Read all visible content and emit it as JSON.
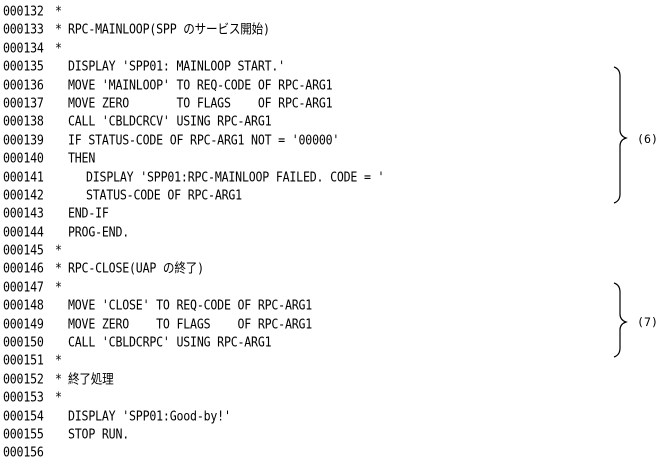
{
  "listing": {
    "lines": [
      {
        "num": "000132",
        "mark": "*",
        "text": "",
        "indent": 0
      },
      {
        "num": "000133",
        "mark": "*",
        "text": "RPC-MAINLOOP(SPP のサービス開始)",
        "indent": 0
      },
      {
        "num": "000134",
        "mark": "*",
        "text": "",
        "indent": 0
      },
      {
        "num": "000135",
        "mark": "",
        "text": "DISPLAY 'SPP01: MAINLOOP START.'",
        "indent": 1
      },
      {
        "num": "000136",
        "mark": "",
        "text": "MOVE 'MAINLOOP' TO REQ-CODE OF RPC-ARG1",
        "indent": 1
      },
      {
        "num": "000137",
        "mark": "",
        "text": "MOVE ZERO       TO FLAGS    OF RPC-ARG1",
        "indent": 1
      },
      {
        "num": "000138",
        "mark": "",
        "text": "CALL 'CBLDCRCV' USING RPC-ARG1",
        "indent": 1
      },
      {
        "num": "000139",
        "mark": "",
        "text": "IF STATUS-CODE OF RPC-ARG1 NOT = '00000'",
        "indent": 1
      },
      {
        "num": "000140",
        "mark": "",
        "text": "THEN",
        "indent": 1
      },
      {
        "num": "000141",
        "mark": "",
        "text": "DISPLAY 'SPP01:RPC-MAINLOOP FAILED. CODE = '",
        "indent": 2
      },
      {
        "num": "000142",
        "mark": "",
        "text": "STATUS-CODE OF RPC-ARG1",
        "indent": 2
      },
      {
        "num": "000143",
        "mark": "",
        "text": "END-IF",
        "indent": 1
      },
      {
        "num": "000144",
        "mark": "",
        "text": "PROG-END.",
        "indent": 1
      },
      {
        "num": "000145",
        "mark": "*",
        "text": "",
        "indent": 0
      },
      {
        "num": "000146",
        "mark": "*",
        "text": "RPC-CLOSE(UAP の終了)",
        "indent": 0
      },
      {
        "num": "000147",
        "mark": "*",
        "text": "",
        "indent": 0
      },
      {
        "num": "000148",
        "mark": "",
        "text": "MOVE 'CLOSE' TO REQ-CODE OF RPC-ARG1",
        "indent": 1
      },
      {
        "num": "000149",
        "mark": "",
        "text": "MOVE ZERO    TO FLAGS    OF RPC-ARG1",
        "indent": 1
      },
      {
        "num": "000150",
        "mark": "",
        "text": "CALL 'CBLDCRPC' USING RPC-ARG1",
        "indent": 1
      },
      {
        "num": "000151",
        "mark": "*",
        "text": "",
        "indent": 0
      },
      {
        "num": "000152",
        "mark": "*",
        "text": "終了処理",
        "indent": 0
      },
      {
        "num": "000153",
        "mark": "*",
        "text": "",
        "indent": 0
      },
      {
        "num": "000154",
        "mark": "",
        "text": "DISPLAY 'SPP01:Good-by!'",
        "indent": 1
      },
      {
        "num": "000155",
        "mark": "",
        "text": "STOP RUN.",
        "indent": 1
      },
      {
        "num": "000156",
        "mark": "",
        "text": "",
        "indent": 0
      }
    ]
  },
  "annotations": [
    {
      "label": "(6)",
      "covers": "000135-000144"
    },
    {
      "label": "(7)",
      "covers": "000148-000150"
    }
  ]
}
